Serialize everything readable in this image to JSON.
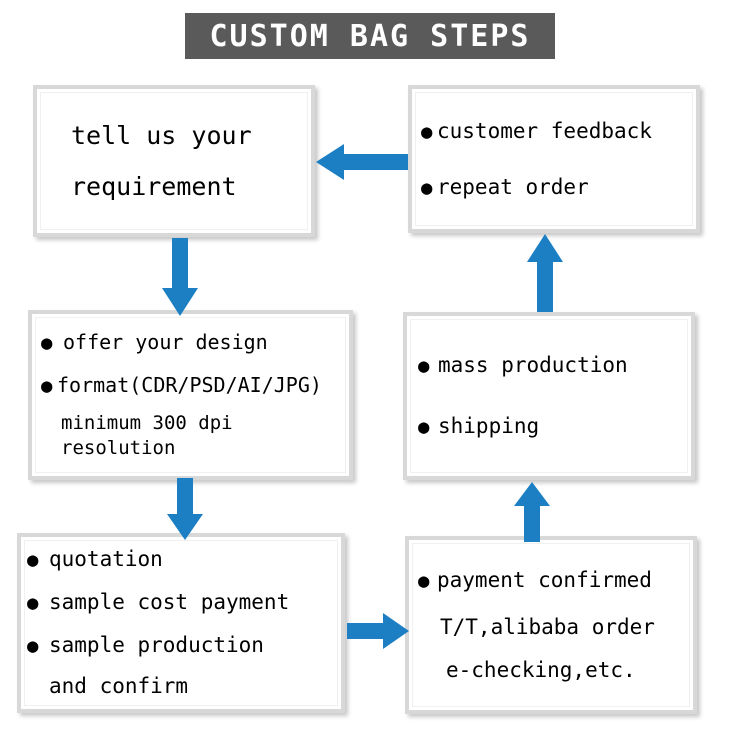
{
  "title": {
    "text": "CUSTOM BAG STEPS",
    "background_color": "#5a5a5a",
    "text_color": "#ffffff"
  },
  "colors": {
    "arrow": "#1c7fc4",
    "box_border": "#d8d8d8",
    "box_background": "#ffffff",
    "text": "#000000"
  },
  "boxes": [
    {
      "id": "tell-us-your-requirement",
      "lines": [
        {
          "bullet": false,
          "text": "tell us your"
        },
        {
          "bullet": false,
          "text": "requirement"
        }
      ]
    },
    {
      "id": "customer-feedback",
      "lines": [
        {
          "bullet": true,
          "text": "customer feedback"
        },
        {
          "bullet": true,
          "text": "repeat order"
        }
      ]
    },
    {
      "id": "offer-your-design",
      "lines": [
        {
          "bullet": true,
          "text": "offer your design"
        },
        {
          "bullet": true,
          "text": "format(CDR/PSD/AI/JPG)"
        },
        {
          "bullet": false,
          "text": "minimum 300 dpi"
        },
        {
          "bullet": false,
          "text": "resolution"
        }
      ]
    },
    {
      "id": "mass-production",
      "lines": [
        {
          "bullet": true,
          "text": "mass production"
        },
        {
          "bullet": true,
          "text": "shipping"
        }
      ]
    },
    {
      "id": "quotation",
      "lines": [
        {
          "bullet": true,
          "text": "quotation"
        },
        {
          "bullet": true,
          "text": "sample cost payment"
        },
        {
          "bullet": true,
          "text": "sample production"
        },
        {
          "bullet": false,
          "text": "and confirm"
        }
      ]
    },
    {
      "id": "payment-confirmed",
      "lines": [
        {
          "bullet": true,
          "text": "payment confirmed"
        },
        {
          "bullet": false,
          "text": "T/T,alibaba order"
        },
        {
          "bullet": false,
          "text": "e-checking,etc."
        }
      ]
    }
  ],
  "arrows": [
    {
      "id": "feedback-to-requirement",
      "direction": "left"
    },
    {
      "id": "requirement-to-design",
      "direction": "down"
    },
    {
      "id": "design-to-quotation",
      "direction": "down"
    },
    {
      "id": "quotation-to-payment",
      "direction": "right"
    },
    {
      "id": "payment-to-production",
      "direction": "up"
    },
    {
      "id": "production-to-feedback",
      "direction": "up"
    }
  ]
}
